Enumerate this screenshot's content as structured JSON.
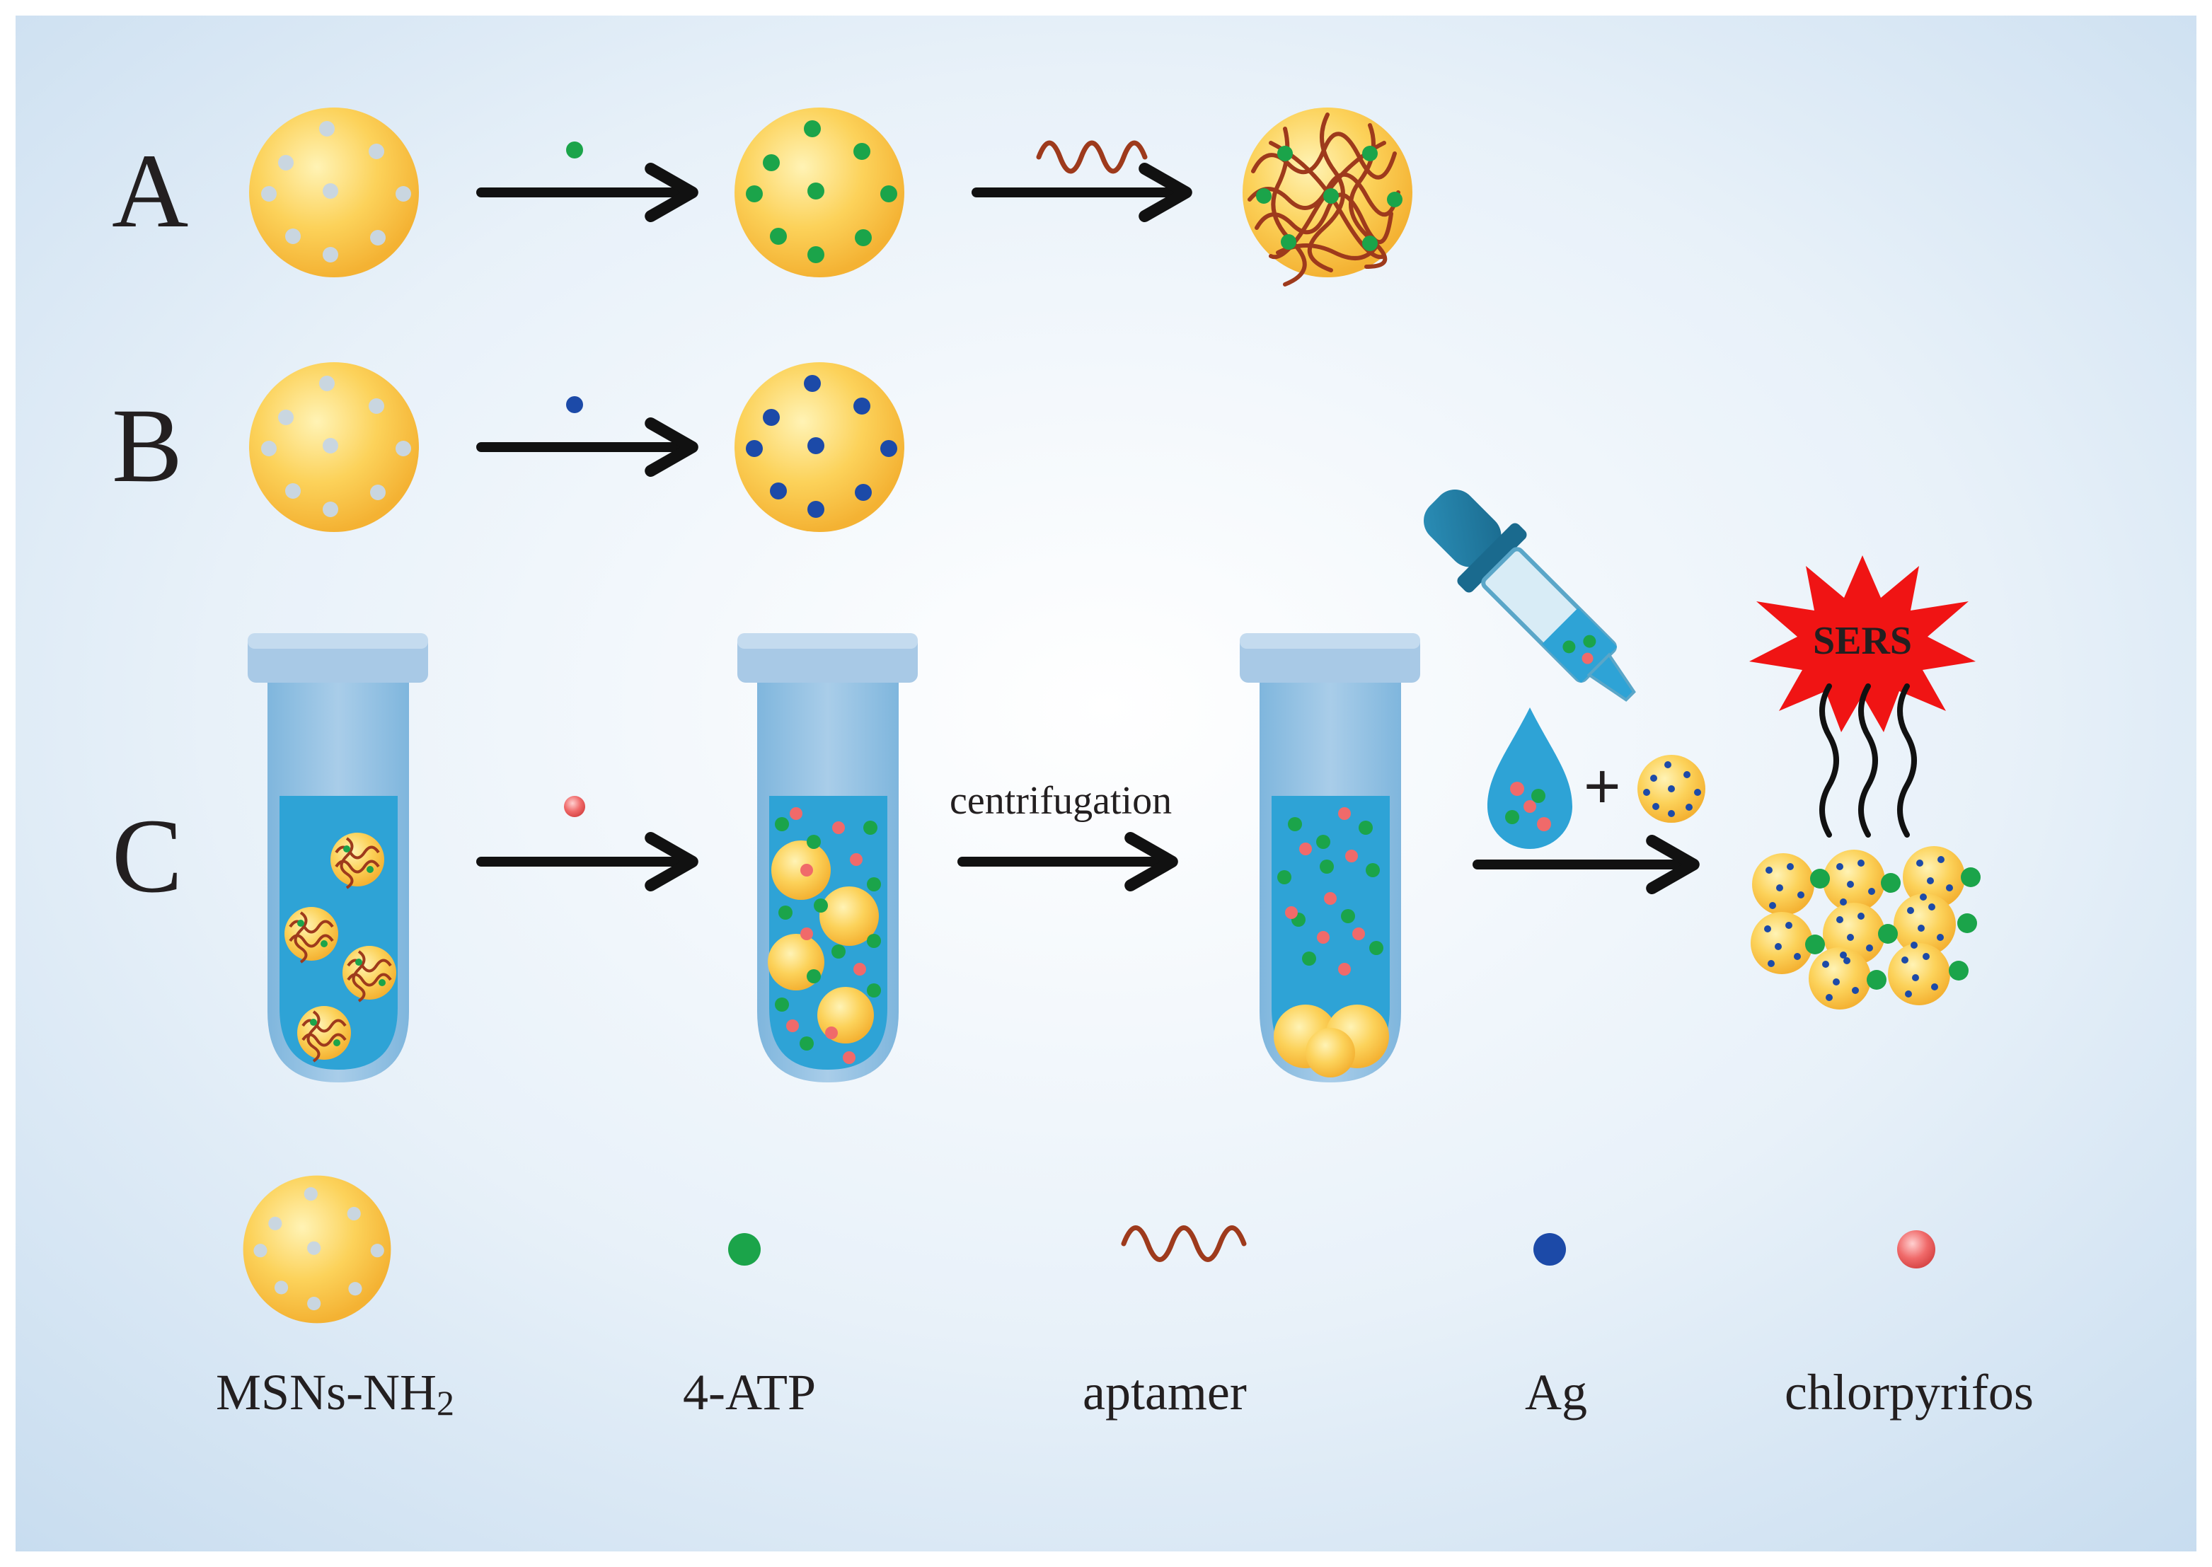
{
  "rows": {
    "a": "A",
    "b": "B",
    "c": "C"
  },
  "steps": {
    "centrifugation": "centrifugation",
    "plus": "+",
    "sers": "SERS"
  },
  "legend": {
    "msns_prefix": "MSNs-NH",
    "msns_sub": "2",
    "atp": "4-ATP",
    "aptamer": "aptamer",
    "ag": "Ag",
    "chlorpyrifos": "chlorpyrifos"
  },
  "colors": {
    "background_light": "#ffffff",
    "background_edge": "#cfe2f3",
    "particle_yellow": "#fcd25a",
    "pore_gray": "#c9d6e0",
    "atp_green": "#1ba44a",
    "ag_blue": "#1c4aa8",
    "aptamer_brown": "#9e3a1c",
    "chlorpyrifos_red": "#f06a6a",
    "tube_blue": "#2ea3d6",
    "sers_red": "#f01414"
  }
}
